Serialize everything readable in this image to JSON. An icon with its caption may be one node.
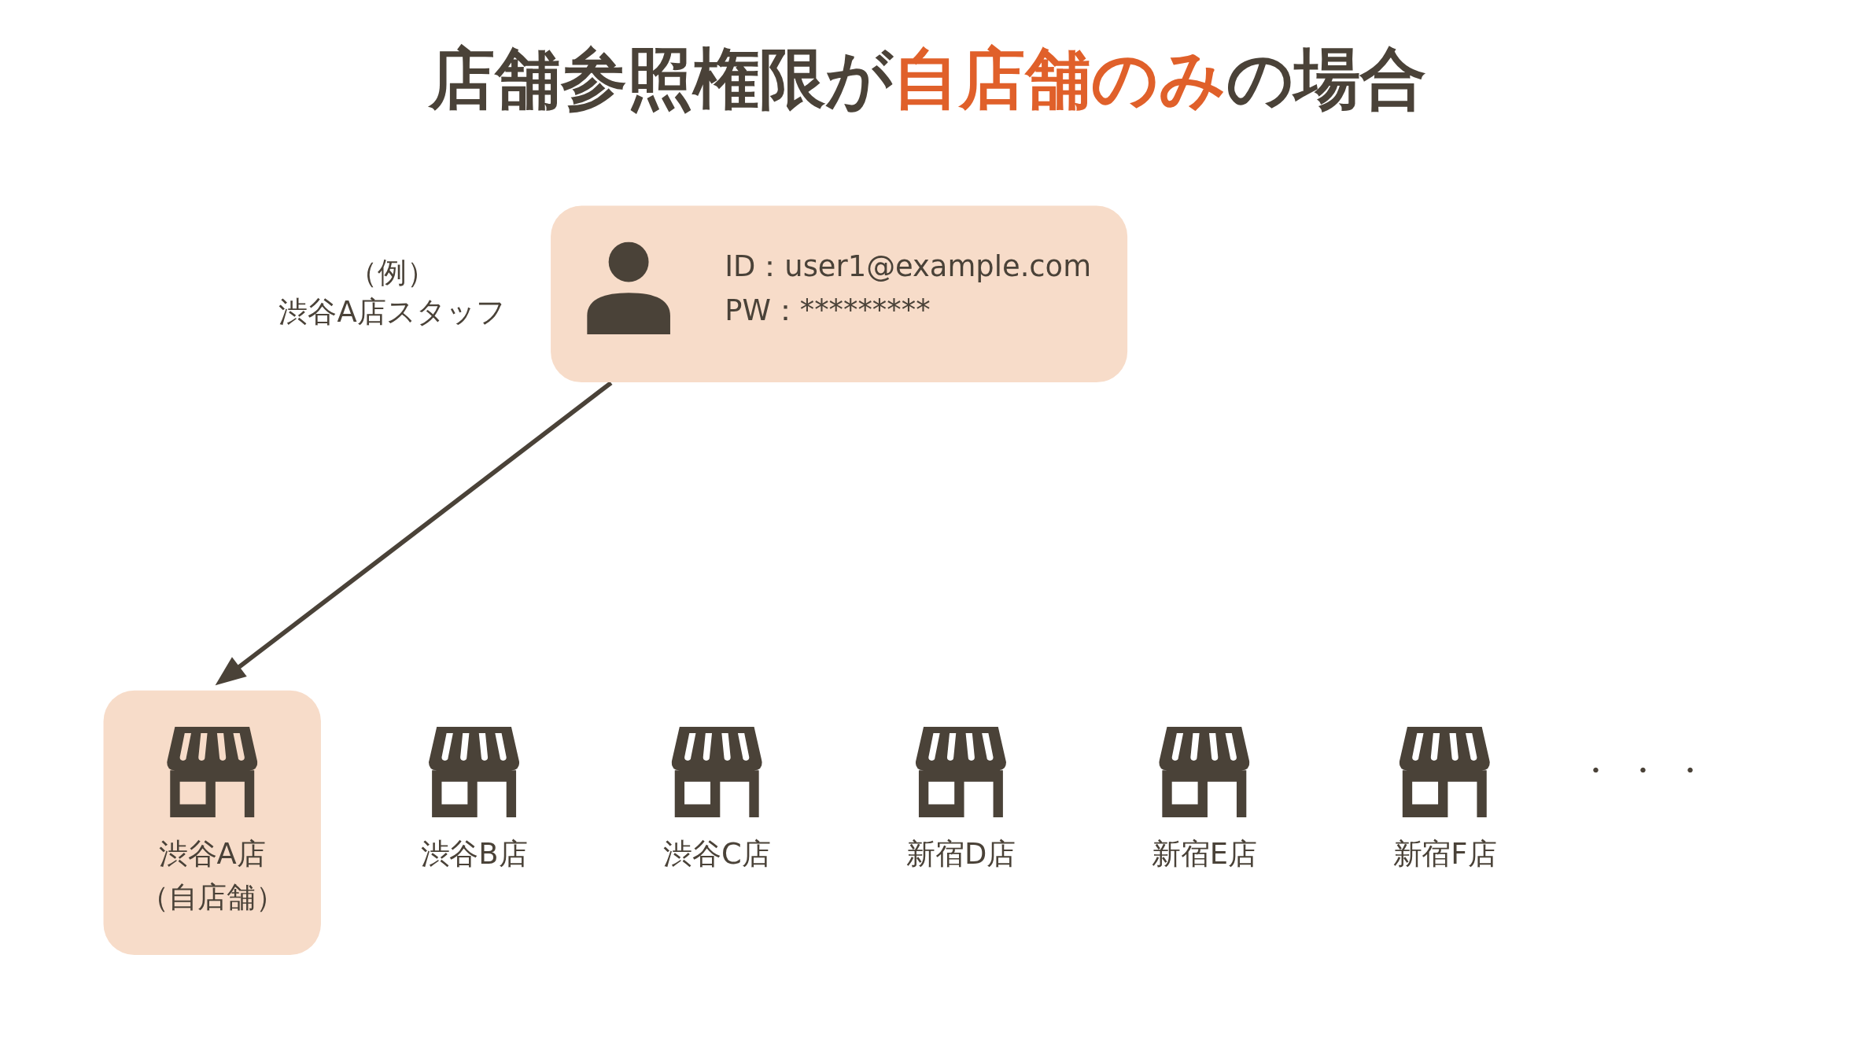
{
  "diagram": {
    "title": "店舗参照権限が**自店舗のみ**の場合",
    "nodes": [
      {
        "text": [
          "ID：user1@example.com",
          "PW：*********"
        ],
        "beside": [
          "（例）",
          "渋谷A店スタッフ"
        ]
      },
      {
        "text": [
          "渋谷A店",
          "（自店舗）"
        ]
      },
      {
        "text": [
          "渋谷B店"
        ]
      },
      {
        "text": [
          "渋谷C店"
        ]
      },
      {
        "text": [
          "新宿D店"
        ]
      },
      {
        "text": [
          "新宿E店"
        ]
      },
      {
        "text": [
          "新宿F店"
        ]
      }
    ],
    "edges": [
      {
        "from": 0,
        "to": 1,
        "arrow": "to"
      }
    ],
    "labels": [
      "・・・"
    ]
  }
}
